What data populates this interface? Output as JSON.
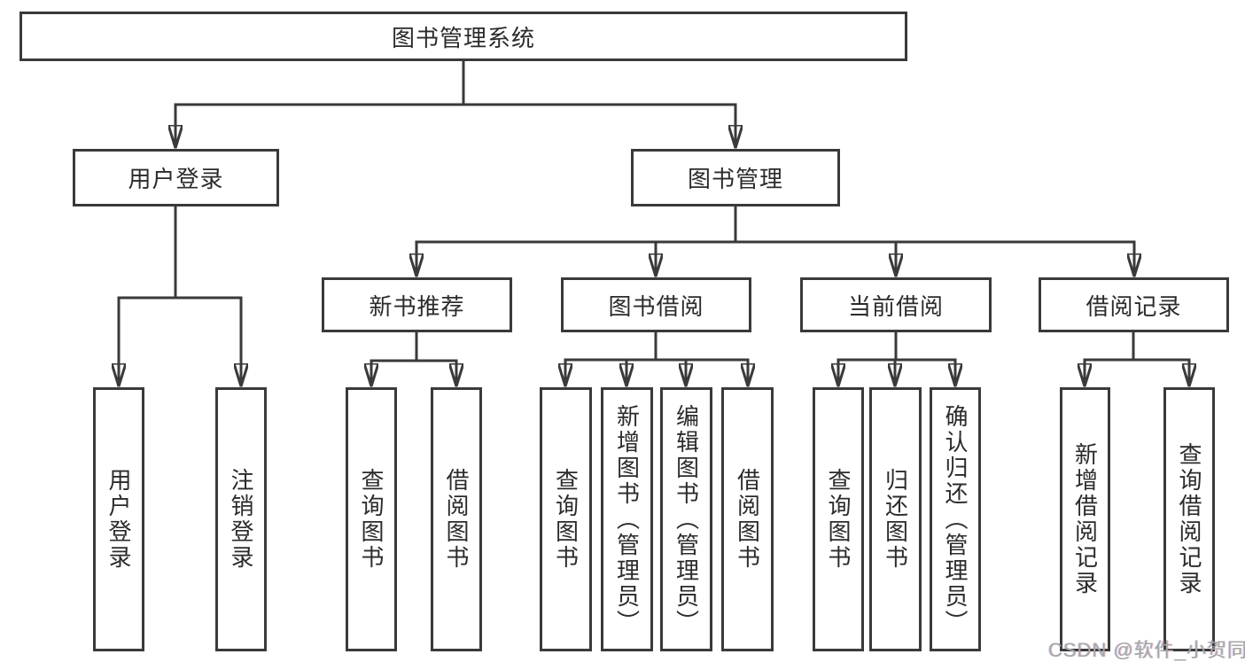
{
  "diagram": {
    "root": {
      "label": "图书管理系统",
      "children": [
        {
          "label": "用户登录",
          "children": [
            {
              "label": "用户登录"
            },
            {
              "label": "注销登录"
            }
          ]
        },
        {
          "label": "图书管理",
          "children": [
            {
              "label": "新书推荐",
              "children": [
                {
                  "label": "查询图书"
                },
                {
                  "label": "借阅图书"
                }
              ]
            },
            {
              "label": "图书借阅",
              "children": [
                {
                  "label": "查询图书"
                },
                {
                  "label": "新增图书（管理员）"
                },
                {
                  "label": "编辑图书（管理员）"
                },
                {
                  "label": "借阅图书"
                }
              ]
            },
            {
              "label": "当前借阅",
              "children": [
                {
                  "label": "查询图书"
                },
                {
                  "label": "归还图书"
                },
                {
                  "label": "确认归还（管理员）"
                }
              ]
            },
            {
              "label": "借阅记录",
              "children": [
                {
                  "label": "新增借阅记录"
                },
                {
                  "label": "查询借阅记录"
                }
              ]
            }
          ]
        }
      ]
    },
    "line_color": "#3a3a3a"
  },
  "watermark": {
    "text": "CSDN @软件_小贺同学"
  }
}
